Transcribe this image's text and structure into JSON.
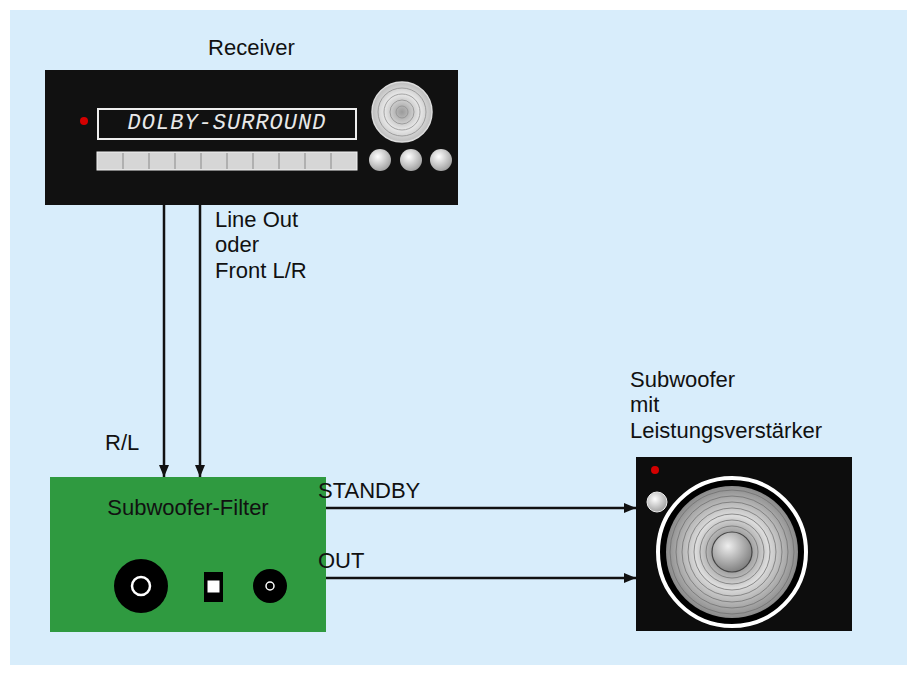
{
  "diagram": {
    "nodes": [
      {
        "text": [
          "Receiver"
        ]
      },
      {
        "text": [
          "DOLBY-SURROUND"
        ],
        "in": 0
      },
      {
        "text": [
          "Subwoofer-Filter"
        ]
      },
      {
        "text": [
          "Subwoofer mit Leistungsverstärker"
        ]
      }
    ],
    "edges": [
      {
        "from": 0,
        "to": 2,
        "arrow": "to"
      },
      {
        "from": 0,
        "to": 2,
        "arrow": "to",
        "label": "Line Out oder Front L/R"
      },
      {
        "from": 2,
        "to": 3,
        "arrow": "to",
        "label": "STANDBY"
      },
      {
        "from": 2,
        "to": 3,
        "arrow": "to",
        "label": "OUT"
      }
    ],
    "labels": [
      "R/L"
    ]
  }
}
